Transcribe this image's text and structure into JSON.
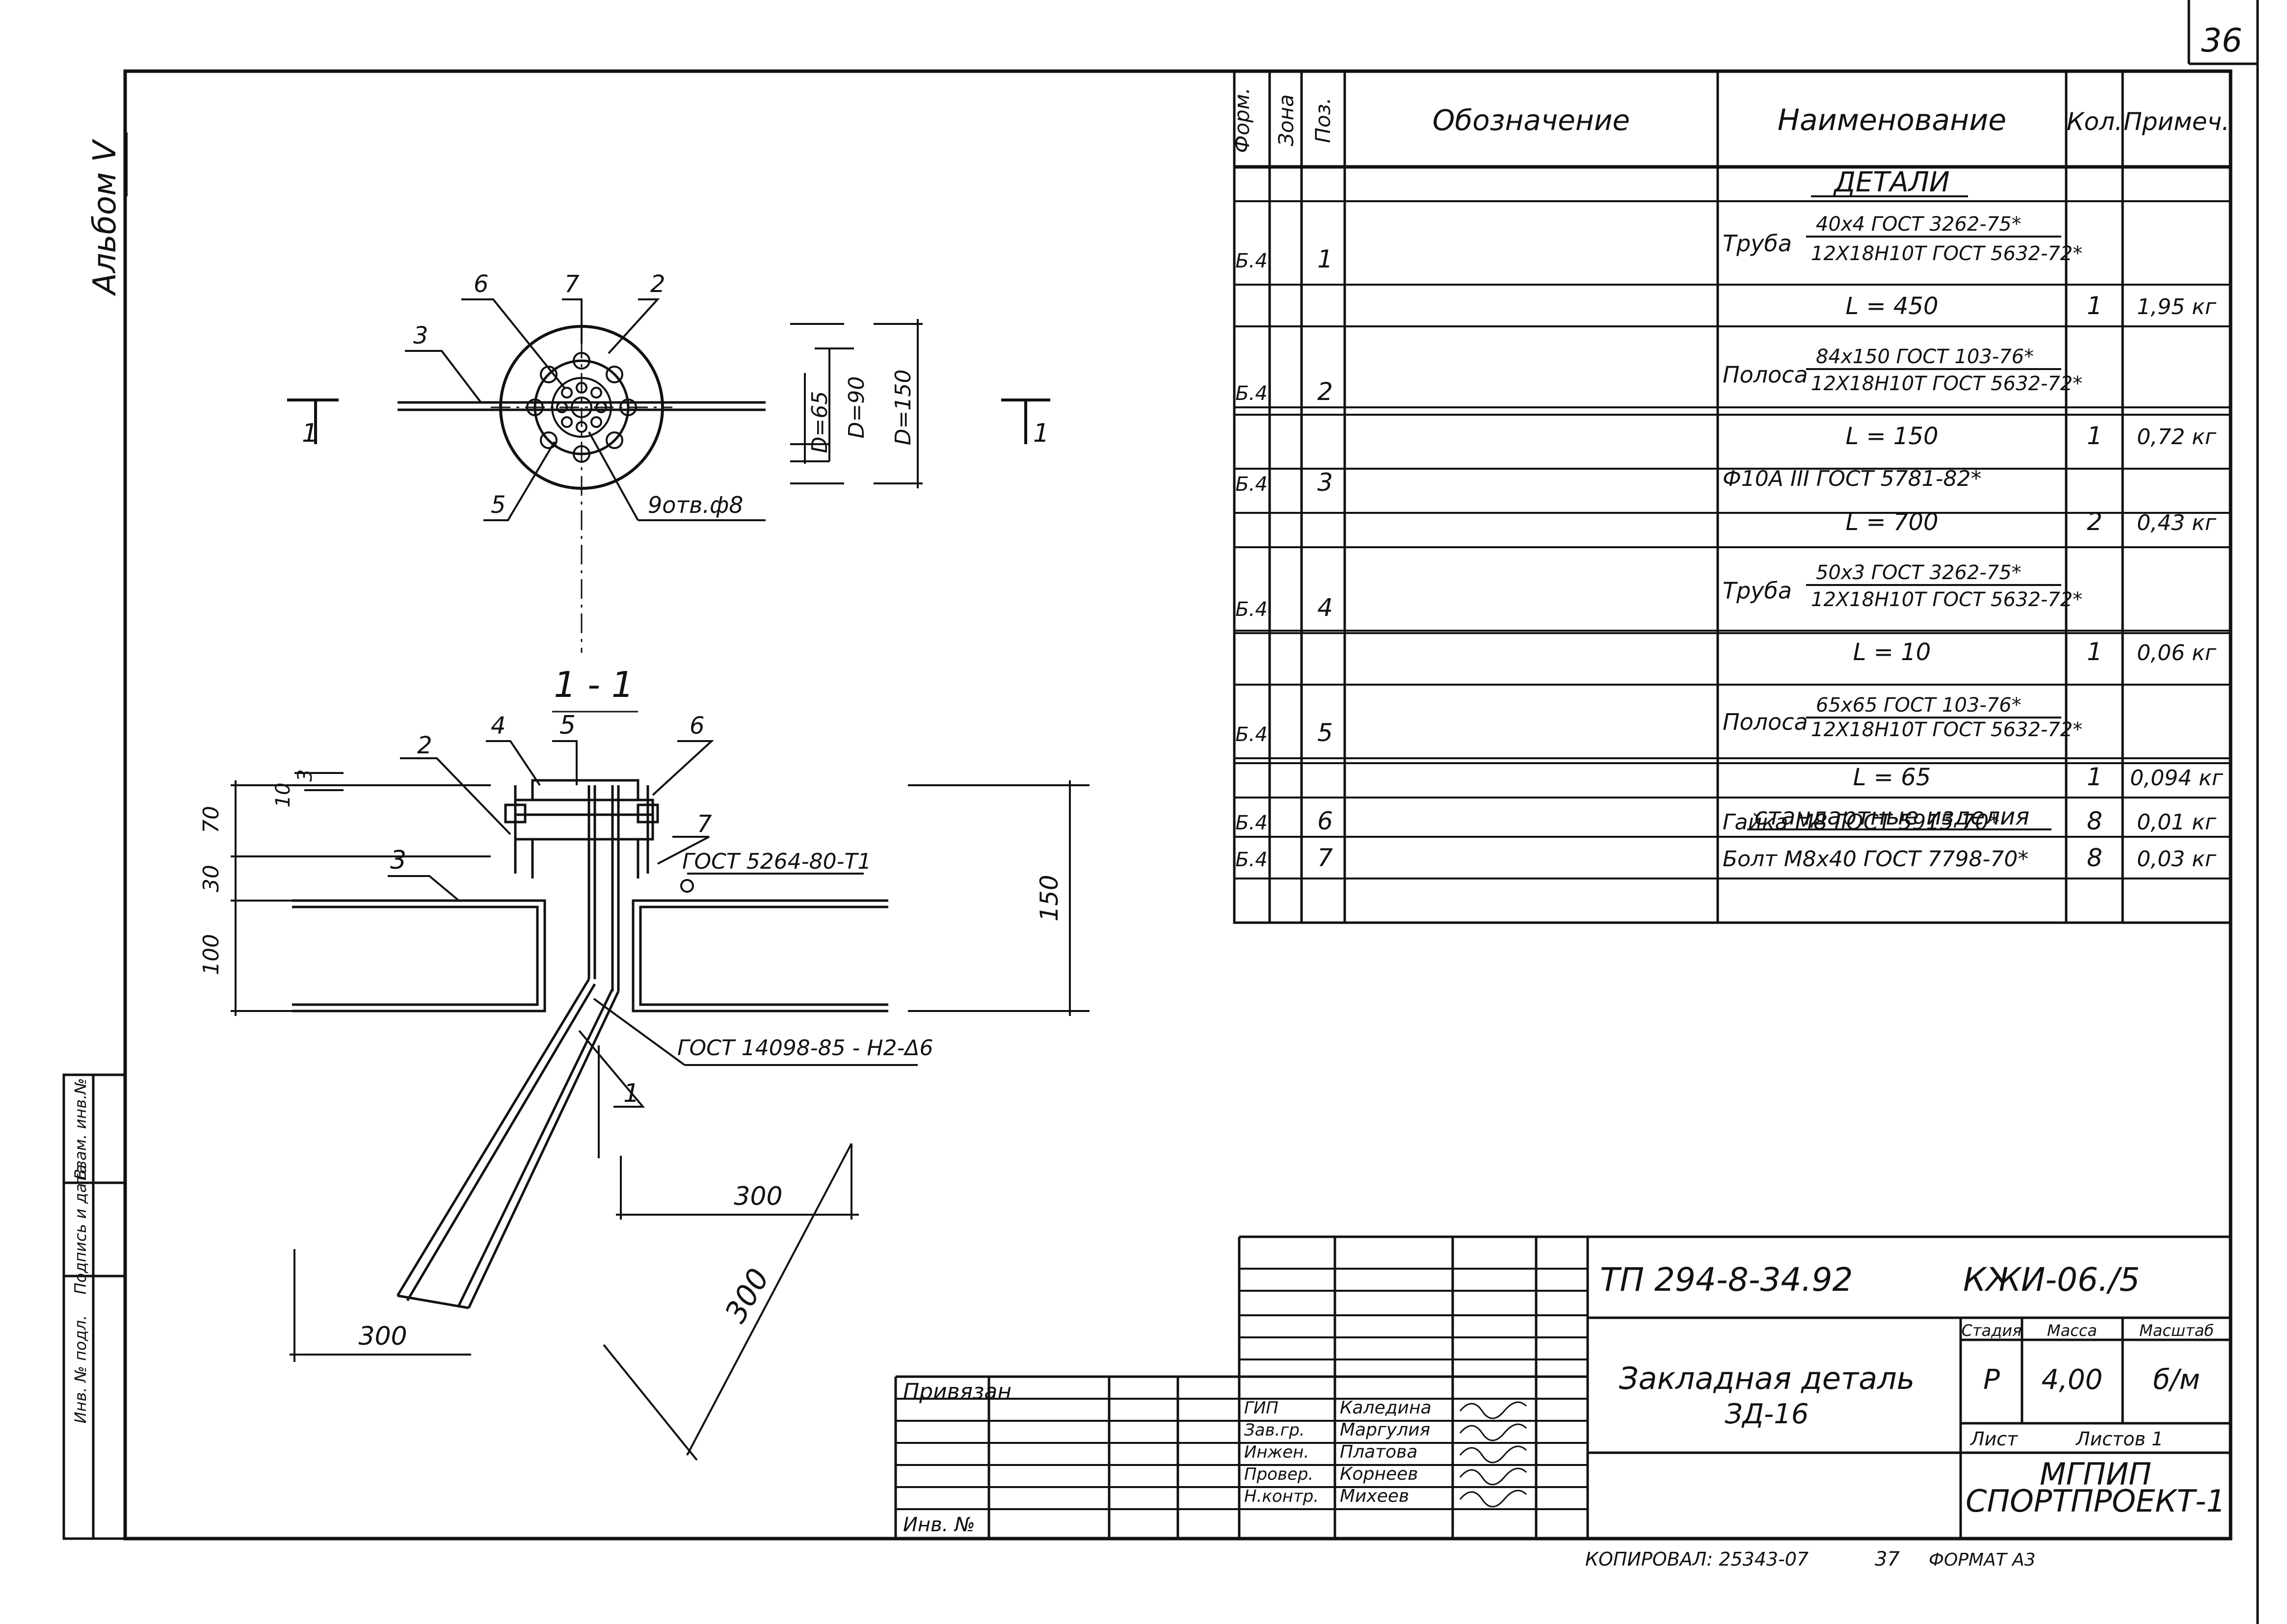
{
  "sheet": {
    "sheet_number": "36",
    "album": "Альбом V",
    "format": "ФОРМАТ А3",
    "copied": "КОПИРОВАЛ: 25343-07",
    "copied_sheet": "37"
  },
  "spec_table": {
    "headers": {
      "format": "Форм.",
      "zone": "Зона",
      "pos": "Поз.",
      "designation": "Обозначение",
      "name": "Наименование",
      "qty": "Кол.",
      "note": "Примеч."
    },
    "section_details": "ДЕТАЛИ",
    "section_standard": "стандартные изделия",
    "rows": [
      {
        "fmt": "Б.4",
        "pos": "1",
        "name_main": "Труба",
        "name_top": "40х4 ГОСТ 3262-75*",
        "name_bottom": "12Х18Н10Т ГОСТ 5632-72*",
        "length": "L = 450",
        "qty": "1",
        "note": "1,95 кг"
      },
      {
        "fmt": "Б.4",
        "pos": "2",
        "name_main": "Полоса",
        "name_top": "84х150 ГОСТ 103-76*",
        "name_bottom": "12Х18Н10Т ГОСТ 5632-72*",
        "length": "L = 150",
        "qty": "1",
        "note": "0,72 кг"
      },
      {
        "fmt": "Б.4",
        "pos": "3",
        "name_main": "Ф10А III ГОСТ 5781-82*",
        "length": "L = 700",
        "qty": "2",
        "note": "0,43 кг"
      },
      {
        "fmt": "Б.4",
        "pos": "4",
        "name_main": "Труба",
        "name_top": "50х3 ГОСТ 3262-75*",
        "name_bottom": "12Х18Н10Т ГОСТ 5632-72*",
        "length": "L = 10",
        "qty": "1",
        "note": "0,06 кг"
      },
      {
        "fmt": "Б.4",
        "pos": "5",
        "name_main": "Полоса",
        "name_top": "65х65 ГОСТ 103-76*",
        "name_bottom": "12Х18Н10Т ГОСТ 5632-72*",
        "length": "L = 65",
        "qty": "1",
        "note": "0,094 кг"
      },
      {
        "fmt": "Б.4",
        "pos": "6",
        "name_main": "Гайка М8 ГОСТ 5915-70*",
        "qty": "8",
        "note": "0,01 кг"
      },
      {
        "fmt": "Б.4",
        "pos": "7",
        "name_main": "Болт М8х40 ГОСТ 7798-70*",
        "qty": "8",
        "note": "0,03 кг"
      }
    ]
  },
  "plan_view": {
    "leaders": [
      "6",
      "7",
      "2",
      "3",
      "5"
    ],
    "holes": "9отв.ф8",
    "dims": [
      "D=65",
      "D=90",
      "D=150"
    ],
    "section_marks": [
      "1",
      "1"
    ]
  },
  "section_view": {
    "title": "1 - 1",
    "leaders": [
      "2",
      "4",
      "5",
      "6",
      "3",
      "7",
      "1"
    ],
    "weld_note": "ГОСТ 5264-80-Т1",
    "weld_note2": "ГОСТ 14098-85 - Н2-Δ6",
    "dims": [
      "10",
      "3",
      "70",
      "30",
      "100",
      "150",
      "300",
      "300",
      "300"
    ]
  },
  "left_strip": [
    "Инв. № подл.",
    "Подпись и дата",
    "Взам. инв.№"
  ],
  "title_block": {
    "doc_code": "ТП 294-8-34.92",
    "sheet_code": "КЖИ-06./5",
    "title_line1": "Закладная деталь",
    "title_line2": "ЗД-16",
    "stage_label": "Стадия",
    "mass_label": "Масса",
    "scale_label": "Масштаб",
    "stage": "Р",
    "mass": "4,00",
    "scale": "б/м",
    "sheet_label": "Лист",
    "sheets_label": "Листов 1",
    "org_line1": "МГПИП",
    "org_line2": "СПОРТПРОЕКТ-1",
    "tied": "Привязан",
    "inv": "Инв. №",
    "staff": [
      {
        "role": "ГИП",
        "name": "Каледина"
      },
      {
        "role": "Зав.гр.",
        "name": "Маргулия"
      },
      {
        "role": "Инжен.",
        "name": "Платова"
      },
      {
        "role": "Провер.",
        "name": "Корнеев"
      },
      {
        "role": "Н.контр.",
        "name": "Михеев"
      }
    ]
  }
}
